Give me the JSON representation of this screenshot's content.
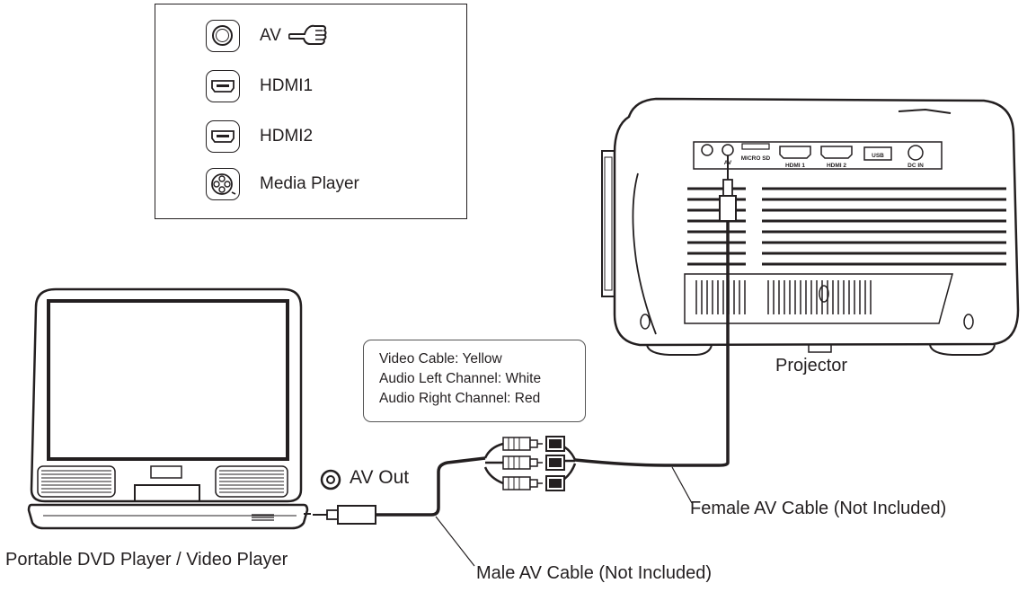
{
  "menu": {
    "items": [
      {
        "label": "AV",
        "icon": "av-composite-icon",
        "selected": true
      },
      {
        "label": "HDMI1",
        "icon": "hdmi-port-icon"
      },
      {
        "label": "HDMI2",
        "icon": "hdmi-port-icon"
      },
      {
        "label": "Media Player",
        "icon": "media-player-icon"
      }
    ],
    "pointer_icon": "pointing-hand-icon"
  },
  "note": {
    "lines": [
      "Video Cable: Yellow",
      "Audio Left Channel: White",
      "Audio Right Channel: Red"
    ]
  },
  "projector": {
    "label": "Projector",
    "ports": [
      "AV",
      "MICRO SD",
      "HDMI 1",
      "HDMI 2",
      "USB",
      "DC IN"
    ]
  },
  "dvd_player": {
    "label": "Portable DVD Player / Video Player",
    "av_out_label": "AV Out"
  },
  "cables": {
    "female_label": "Female AV Cable (Not Included)",
    "male_label": "Male AV Cable (Not Included)"
  }
}
